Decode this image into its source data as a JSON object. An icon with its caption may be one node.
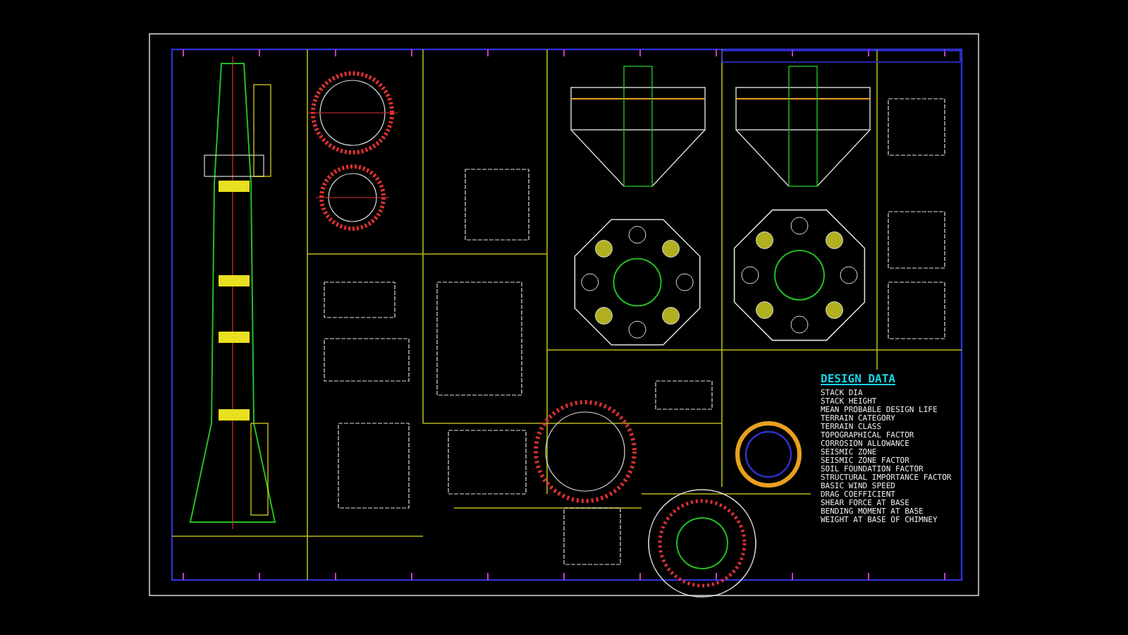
{
  "diagram": {
    "labels": [
      "DESIGN DATA",
      "STACK DIA",
      "STACK HEIGHT",
      "MEAN PROBABLE DESIGN LIFE",
      "TERRAIN CATEGORY",
      "TERRAIN CLASS",
      "TOPOGRAPHICAL FACTOR",
      "CORROSION ALLOWANCE",
      "SEISMIC ZONE",
      "SEISMIC ZONE FACTOR",
      "SOIL FOUNDATION FACTOR",
      "STRUCTURAL IMPORTANCE FACTOR",
      "BASIC WIND SPEED",
      "DRAG COEFFICIENT",
      "SHEAR FORCE AT BASE",
      "BENDING MOMENT AT BASE",
      "WEIGHT AT BASE OF CHIMNEY"
    ]
  }
}
